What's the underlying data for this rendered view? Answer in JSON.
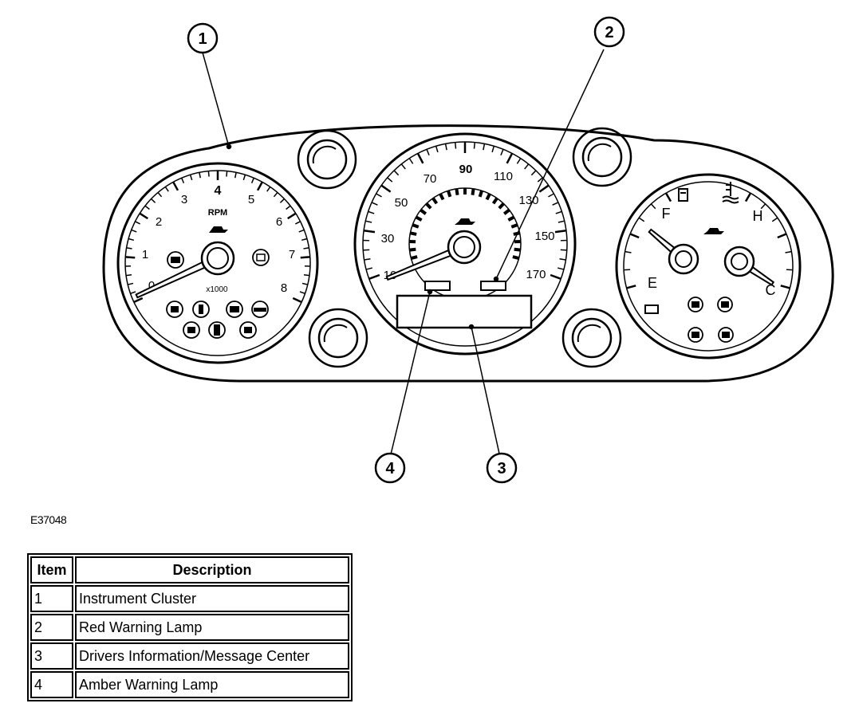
{
  "tachometer": {
    "ticks": [
      "0",
      "1",
      "2",
      "3",
      "4",
      "5",
      "6",
      "7",
      "8"
    ],
    "unit_label": "RPM",
    "multiplier_label": "x1000",
    "needle_value": 0
  },
  "speedometer": {
    "outer_ticks": [
      "10",
      "30",
      "50",
      "70",
      "90",
      "110",
      "130",
      "150",
      "170"
    ],
    "needle_value": 10
  },
  "right_gauges": {
    "fuel_full": "F",
    "fuel_empty": "E",
    "temp_hot": "H",
    "temp_cold": "C",
    "fuel_needle_value": 0.92,
    "temp_needle_value": 0.08
  },
  "callouts": [
    "1",
    "2",
    "3",
    "4"
  ],
  "ref_code": "E37048",
  "legend": {
    "header_item": "Item",
    "header_description": "Description",
    "rows": [
      {
        "item": "1",
        "description": "Instrument Cluster"
      },
      {
        "item": "2",
        "description": "Red Warning Lamp"
      },
      {
        "item": "3",
        "description": "Drivers Information/Message Center"
      },
      {
        "item": "4",
        "description": "Amber Warning Lamp"
      }
    ]
  }
}
